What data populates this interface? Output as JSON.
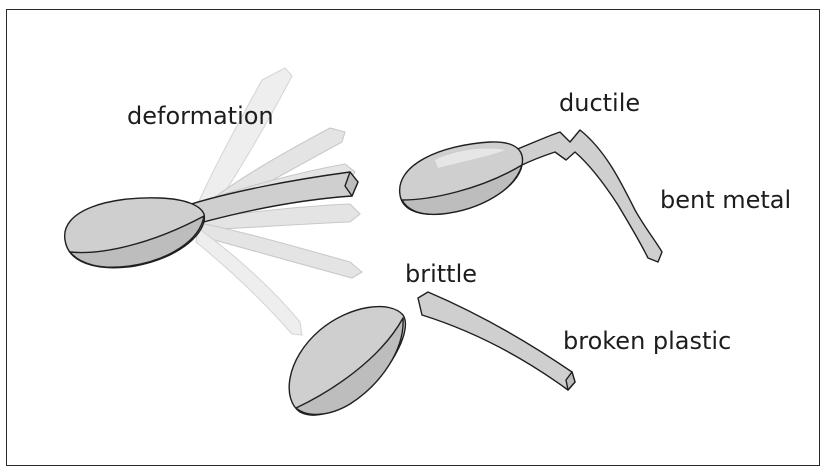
{
  "labels": {
    "deformation": "deformation",
    "ductile": "ductile",
    "bent_metal": "bent metal",
    "brittle": "brittle",
    "broken_plastic": "broken plastic"
  },
  "colors": {
    "spoon_fill": "#cfcfcf",
    "spoon_outline": "#1f1f1f",
    "ghost_fill": "#e4e4e4",
    "frame_border": "#2a2a2a"
  }
}
